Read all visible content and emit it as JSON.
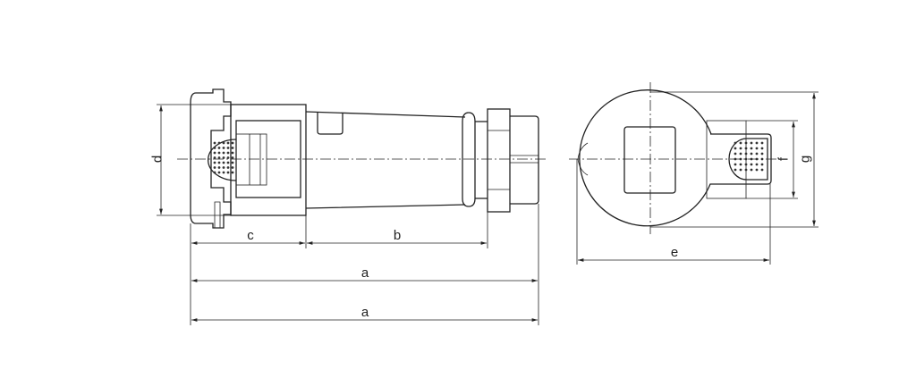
{
  "diagram": {
    "side_view": {
      "dimensions": {
        "a_inner": "a",
        "a_outer": "a",
        "b": "b",
        "c": "c",
        "d": "d"
      }
    },
    "front_view": {
      "dimensions": {
        "e": "e",
        "f": "f",
        "g": "g"
      }
    },
    "line_color": "#222222"
  }
}
